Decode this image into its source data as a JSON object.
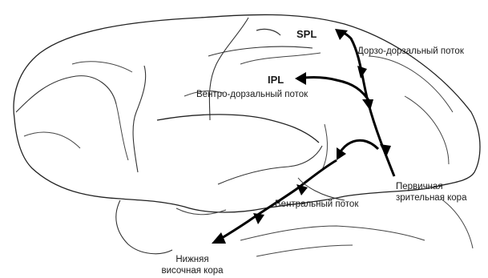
{
  "labels": {
    "spl": "SPL",
    "ipl": "IPL",
    "dorso_dorsal": "Дорзо-дорзальный поток",
    "ventro_dorsal": "Вентро-дорзальный поток",
    "ventral": "Вентральный поток",
    "primary_visual_line1": "Первичная",
    "primary_visual_line2": "зрительная кора",
    "inferior_temporal_line1": "Нижняя",
    "inferior_temporal_line2": "височная кора"
  }
}
